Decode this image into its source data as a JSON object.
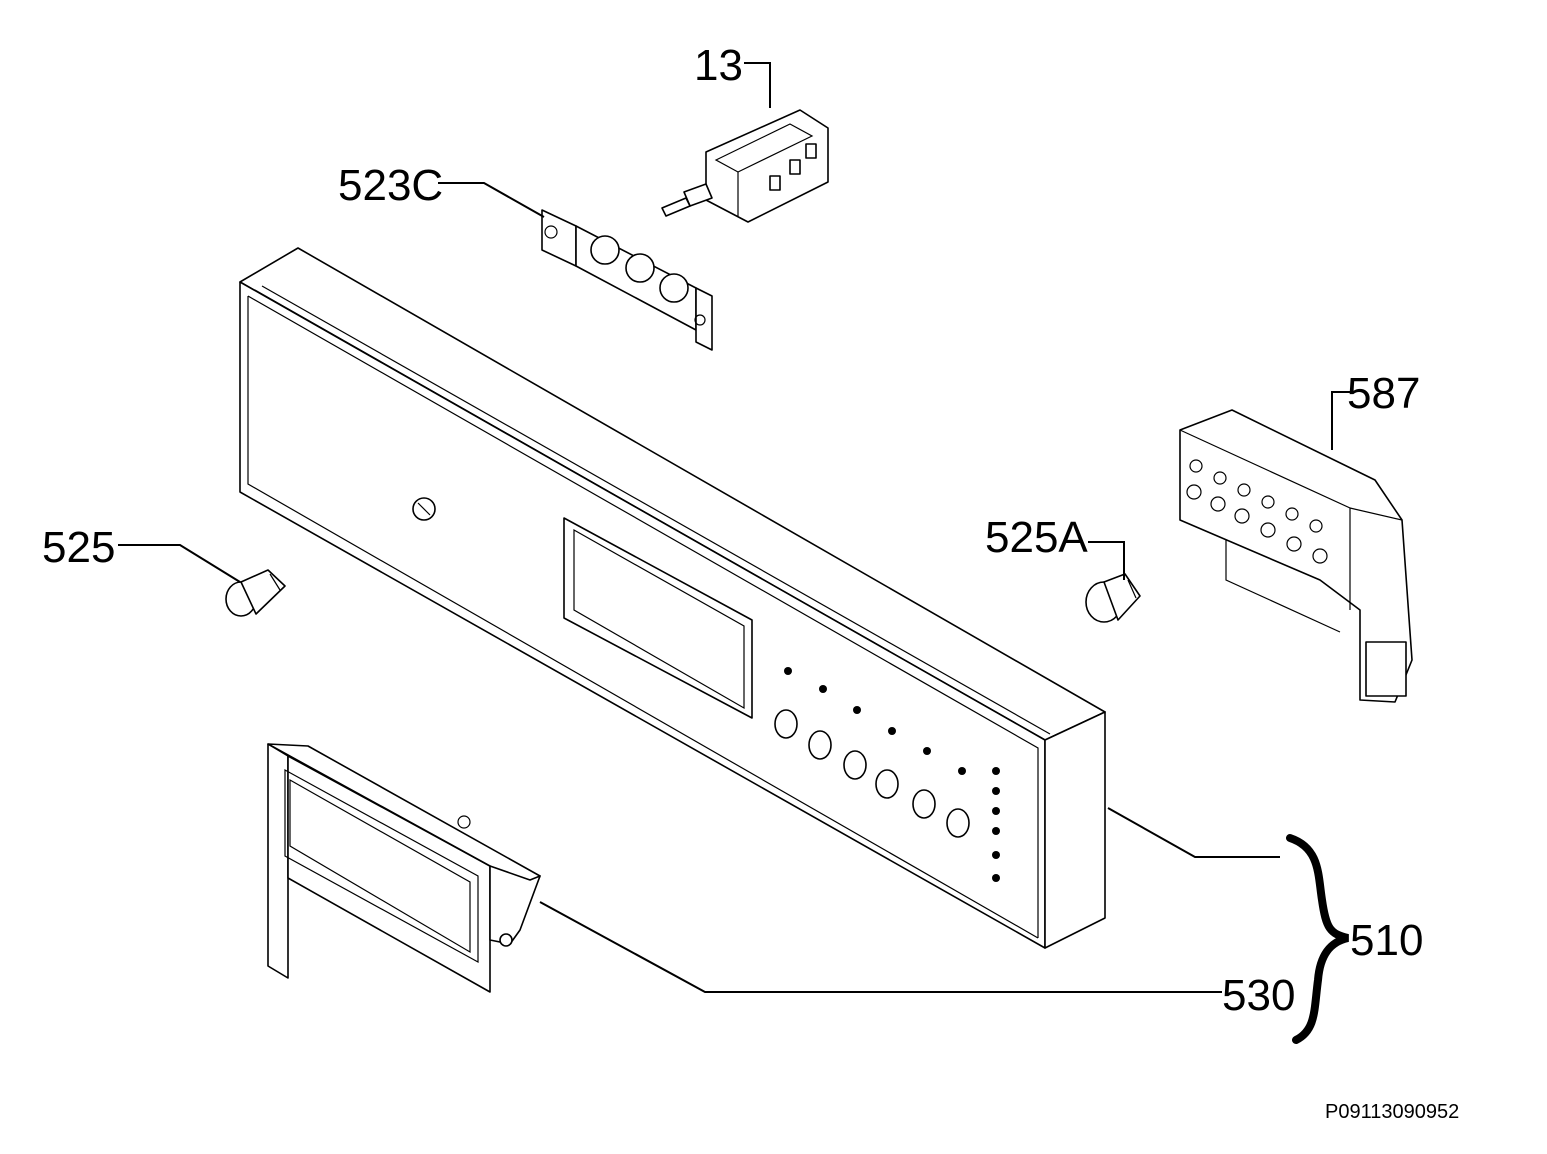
{
  "callouts": {
    "c13": "13",
    "c523c": "523C",
    "c587": "587",
    "c525": "525",
    "c525a": "525A",
    "c510": "510",
    "c530": "530"
  },
  "diagram_code": "P09113090952",
  "colors": {
    "line": "#000000",
    "background": "#ffffff"
  }
}
